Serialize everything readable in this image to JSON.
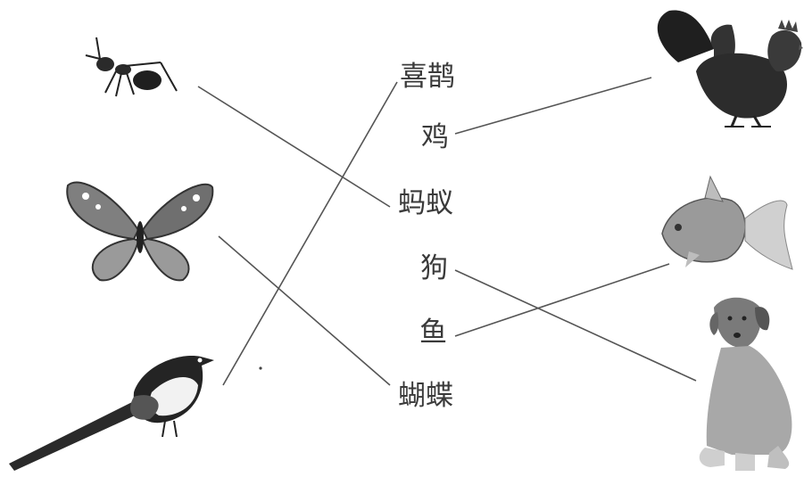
{
  "words": {
    "magpie": "喜鹊",
    "chicken": "鸡",
    "ant": "蚂蚁",
    "dog": "狗",
    "fish": "鱼",
    "butterfly": "蝴蝶"
  },
  "pictures_left": [
    "ant-icon",
    "butterfly-icon",
    "magpie-icon"
  ],
  "pictures_right": [
    "rooster-icon",
    "goldfish-icon",
    "dog-icon"
  ],
  "connections": [
    {
      "picture": "ant-icon",
      "word": "蚂蚁"
    },
    {
      "picture": "butterfly-icon",
      "word": "蝴蝶"
    },
    {
      "picture": "magpie-icon",
      "word": "喜鹊"
    },
    {
      "picture": "rooster-icon",
      "word": "鸡"
    },
    {
      "picture": "goldfish-icon",
      "word": "鱼"
    },
    {
      "picture": "dog-icon",
      "word": "狗"
    }
  ],
  "colors": {
    "ink": "#3a3a3a",
    "line": "#555555",
    "dark": "#222222",
    "mid": "#8a8a8a",
    "light": "#cfcfcf"
  }
}
